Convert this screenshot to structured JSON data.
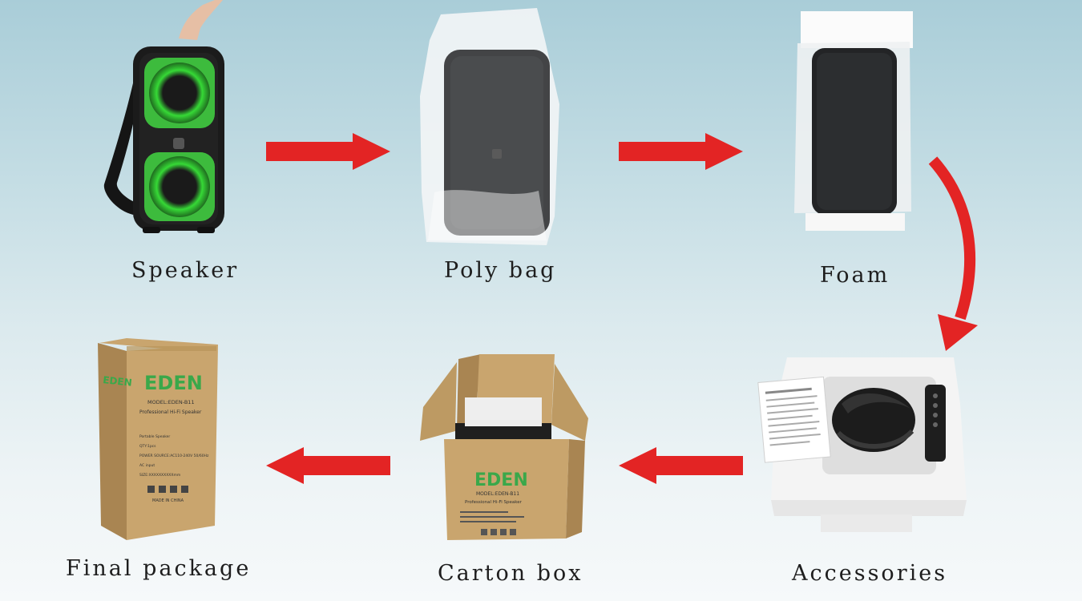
{
  "steps": [
    {
      "id": "speaker",
      "label": "Speaker"
    },
    {
      "id": "poly-bag",
      "label": "Poly bag"
    },
    {
      "id": "foam",
      "label": "Foam"
    },
    {
      "id": "accessories",
      "label": "Accessories"
    },
    {
      "id": "carton-box",
      "label": "Carton box"
    },
    {
      "id": "final-package",
      "label": "Final package"
    }
  ],
  "box_print": {
    "brand": "EDEN",
    "model": "MODEL:EDEN-B11",
    "tagline": "Professional Hi-Fi Speaker",
    "spec_1": "Portable Speaker",
    "spec_2": "QTY:1pcs",
    "spec_3": "POWER SOURCE:AC110-240V 50/60Hz",
    "spec_4": "AC input",
    "spec_5": "SIZE:XXXXXXXXXXmm",
    "origin": "MADE IN CHINA"
  },
  "colors": {
    "arrow": "#e32424",
    "speaker_glow": "#4dff4d",
    "carton": "#c9a56e",
    "brand_green": "#3aa84a"
  }
}
